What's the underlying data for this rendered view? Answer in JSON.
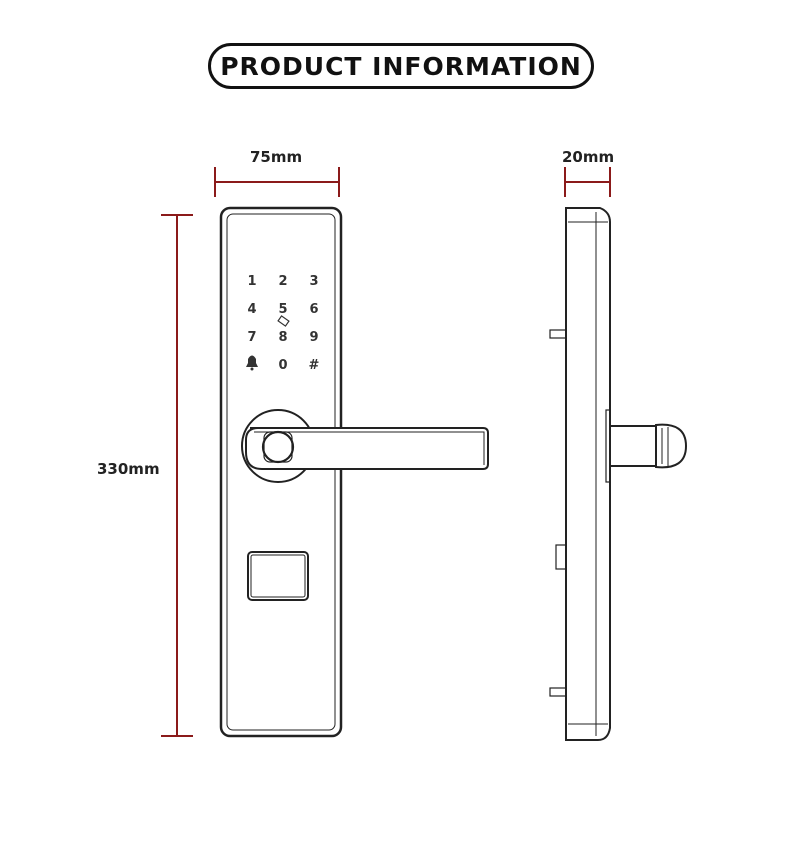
{
  "title": "PRODUCT INFORMATION",
  "dimensions": {
    "width": "75mm",
    "depth": "20mm",
    "height": "330mm"
  },
  "keypad": [
    "1",
    "2",
    "3",
    "4",
    "5",
    "6",
    "7",
    "8",
    "9",
    "bell-icon",
    "0",
    "#"
  ],
  "colors": {
    "dimension_line": "#8b1a1a",
    "outline": "#222222"
  }
}
